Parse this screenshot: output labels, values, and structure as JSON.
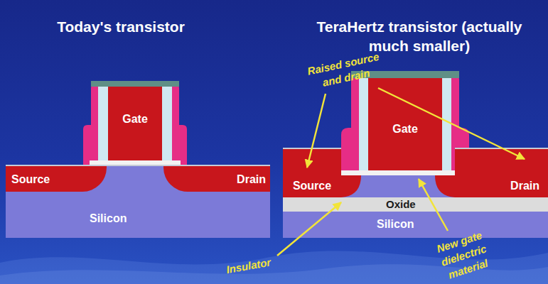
{
  "diagram": {
    "nodes": [
      {
        "text": [
          "Gate"
        ]
      },
      {
        "text": [
          "Silicon"
        ]
      },
      {
        "text": [
          "Source"
        ],
        "in": 1
      },
      {
        "text": [
          "Drain"
        ],
        "in": 1
      },
      {
        "text": [
          "Gate"
        ]
      },
      {
        "text": [
          "Source"
        ]
      },
      {
        "text": [
          "Drain"
        ]
      },
      {
        "text": [
          "Oxide"
        ]
      },
      {
        "text": [
          "Silicon"
        ]
      }
    ],
    "labels": [
      "Today's transistor",
      "TeraHertz transistor (actually much smaller)",
      "Raised source and drain",
      "Insulator",
      "New gate dielectric material"
    ]
  }
}
